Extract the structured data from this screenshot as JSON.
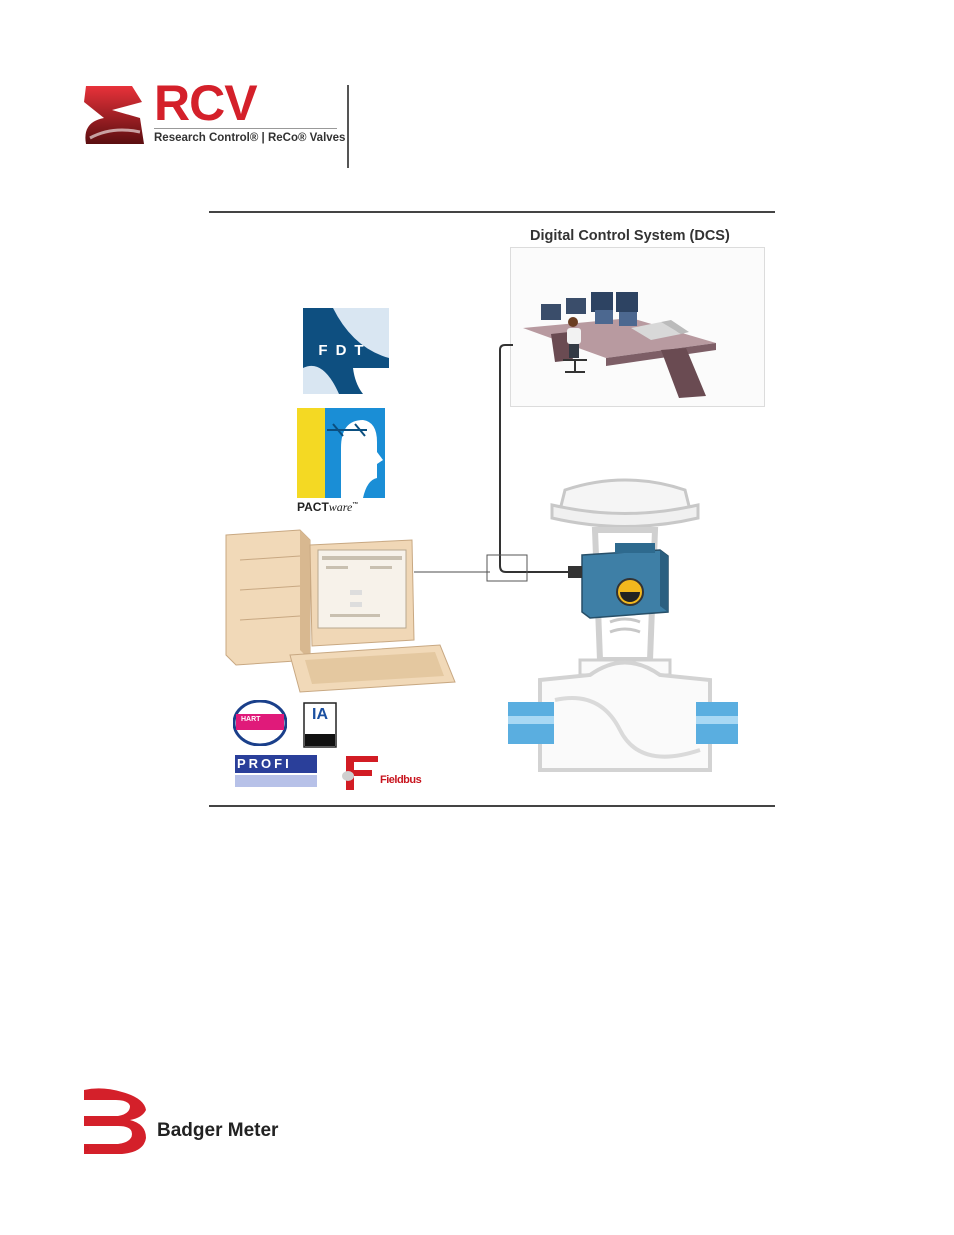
{
  "header": {
    "brand_name": "RCV",
    "brand_tagline": "Research Control® | ReCo® Valves",
    "brand_color": "#d4202a"
  },
  "figure": {
    "dcs_title": "Digital Control System (DCS)",
    "fdt_logo_text": "FDT",
    "pactware_label_bold": "PACT",
    "pactware_label_italic": "ware",
    "pactware_tm": "™",
    "hart_logo_text": "HART",
    "ia_logo_text": "IA",
    "profi_logo_text": "PROFI",
    "fieldbus_logo_text": "Fieldbus"
  },
  "footer": {
    "company_name": "Badger Meter",
    "registered_mark": "®",
    "brand_color": "#d4202a"
  }
}
